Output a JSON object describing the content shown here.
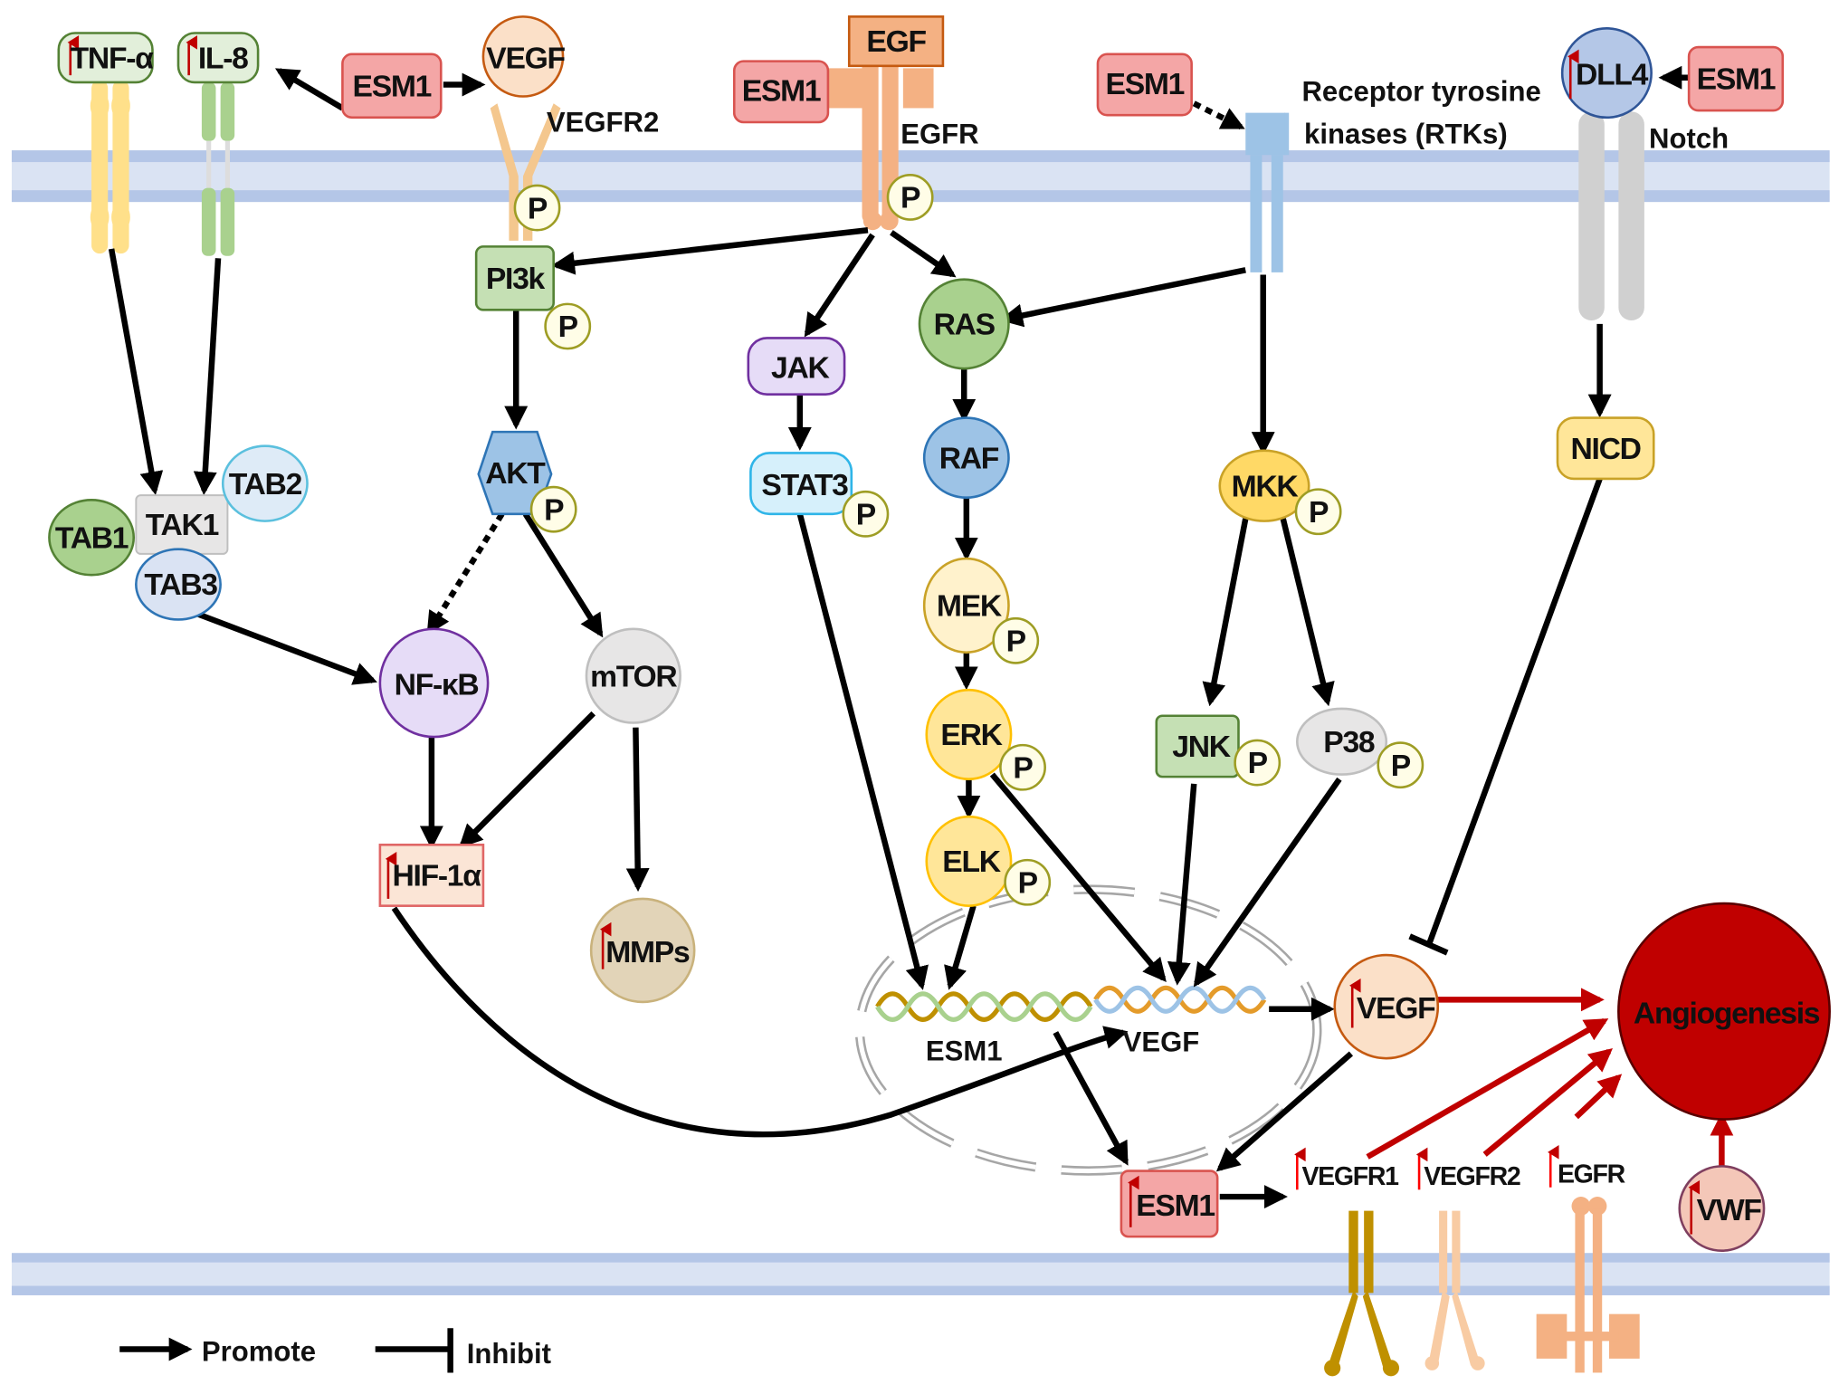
{
  "title": "ESM1 signaling pathways in angiogenesis",
  "colors": {
    "membrane_outer": "#b4c6e7",
    "membrane_inner": "#dae3f3",
    "esm1_fill": "#f4a6a6",
    "esm1_stroke": "#d9534f",
    "angiogenesis_fill": "#c00000",
    "promote_red": "#c00000",
    "up_arrow": "#c00000",
    "phospho_fill": "#fffde7",
    "phospho_stroke": "#9e9d24"
  },
  "nodes": {
    "tnf": {
      "label": "TNF-α",
      "upregulated": true
    },
    "il8": {
      "label": "IL-8",
      "upregulated": true
    },
    "esm1_top_left": {
      "label": "ESM1"
    },
    "vegf_ligand": {
      "label": "VEGF"
    },
    "vegfr2_label": {
      "label": "VEGFR2"
    },
    "egf": {
      "label": "EGF"
    },
    "esm1_egfr": {
      "label": "ESM1"
    },
    "egfr_label": {
      "label": "EGFR"
    },
    "esm1_rtk": {
      "label": "ESM1"
    },
    "rtk_label": {
      "line1": "Receptor tyrosine",
      "line2": "kinases  (RTKs)"
    },
    "dll4": {
      "label": "DLL4",
      "upregulated": true
    },
    "esm1_dll4": {
      "label": "ESM1"
    },
    "notch_label": {
      "label": "Notch"
    },
    "pi3k": {
      "label": "PI3k"
    },
    "akt": {
      "label": "AKT"
    },
    "tak1": {
      "label": "TAK1"
    },
    "tab1": {
      "label": "TAB1"
    },
    "tab2": {
      "label": "TAB2"
    },
    "tab3": {
      "label": "TAB3"
    },
    "nfkb": {
      "label": "NF-κB"
    },
    "mtor": {
      "label": "mTOR"
    },
    "hif1a": {
      "label": "HIF-1α",
      "upregulated": true
    },
    "mmps": {
      "label": "MMPs",
      "upregulated": true
    },
    "jak": {
      "label": "JAK"
    },
    "stat3": {
      "label": "STAT3"
    },
    "ras": {
      "label": "RAS"
    },
    "raf": {
      "label": "RAF"
    },
    "mek": {
      "label": "MEK"
    },
    "erk": {
      "label": "ERK"
    },
    "elk": {
      "label": "ELK"
    },
    "mkk": {
      "label": "MKK"
    },
    "jnk": {
      "label": "JNK"
    },
    "p38": {
      "label": "P38"
    },
    "nicd": {
      "label": "NICD"
    },
    "gene_esm1": {
      "label": "ESM1"
    },
    "gene_vegf": {
      "label": "VEGF"
    },
    "vegf_out": {
      "label": "VEGF",
      "upregulated": true
    },
    "esm1_out": {
      "label": "ESM1",
      "upregulated": true
    },
    "vegfr1_out": {
      "label": "VEGFR1",
      "upregulated": true
    },
    "vegfr2_out": {
      "label": "VEGFR2",
      "upregulated": true
    },
    "egfr_out": {
      "label": "EGFR",
      "upregulated": true
    },
    "vwf": {
      "label": "VWF",
      "upregulated": true
    },
    "angiogenesis": {
      "label": "Angiogenesis"
    }
  },
  "phospho_label": "P",
  "legend": {
    "promote": "Promote",
    "inhibit": "Inhibit"
  },
  "edges": [
    {
      "from": "esm1_top_left",
      "to": "il8",
      "type": "promote"
    },
    {
      "from": "esm1_top_left",
      "to": "vegf_ligand",
      "type": "promote"
    },
    {
      "from": "esm1_rtk",
      "to": "rtk",
      "type": "promote-dotted"
    },
    {
      "from": "esm1_dll4",
      "to": "dll4",
      "type": "promote"
    },
    {
      "from": "tnf",
      "to": "tak1",
      "type": "promote"
    },
    {
      "from": "il8",
      "to": "tak1",
      "type": "promote"
    },
    {
      "from": "egfr",
      "to": "pi3k",
      "type": "promote"
    },
    {
      "from": "egfr",
      "to": "jak",
      "type": "promote"
    },
    {
      "from": "egfr",
      "to": "ras",
      "type": "promote"
    },
    {
      "from": "rtk",
      "to": "ras",
      "type": "promote"
    },
    {
      "from": "rtk",
      "to": "mkk",
      "type": "promote"
    },
    {
      "from": "pi3k",
      "to": "akt",
      "type": "promote"
    },
    {
      "from": "akt",
      "to": "nfkb",
      "type": "promote-dotted"
    },
    {
      "from": "akt",
      "to": "mtor",
      "type": "promote"
    },
    {
      "from": "tab3",
      "to": "nfkb",
      "type": "promote"
    },
    {
      "from": "nfkb",
      "to": "hif1a",
      "type": "promote"
    },
    {
      "from": "mtor",
      "to": "hif1a",
      "type": "promote"
    },
    {
      "from": "mtor",
      "to": "mmps",
      "type": "promote"
    },
    {
      "from": "jak",
      "to": "stat3",
      "type": "promote"
    },
    {
      "from": "stat3",
      "to": "gene_esm1",
      "type": "promote"
    },
    {
      "from": "ras",
      "to": "raf",
      "type": "promote"
    },
    {
      "from": "raf",
      "to": "mek",
      "type": "promote"
    },
    {
      "from": "mek",
      "to": "erk",
      "type": "promote"
    },
    {
      "from": "erk",
      "to": "elk",
      "type": "promote"
    },
    {
      "from": "elk",
      "to": "gene_esm1",
      "type": "promote"
    },
    {
      "from": "erk",
      "to": "gene_vegf",
      "type": "promote"
    },
    {
      "from": "mkk",
      "to": "jnk",
      "type": "promote"
    },
    {
      "from": "mkk",
      "to": "p38",
      "type": "promote"
    },
    {
      "from": "jnk",
      "to": "gene_vegf",
      "type": "promote"
    },
    {
      "from": "p38",
      "to": "gene_vegf",
      "type": "promote"
    },
    {
      "from": "notch",
      "to": "nicd",
      "type": "promote"
    },
    {
      "from": "nicd",
      "to": "vegf_out",
      "type": "inhibit"
    },
    {
      "from": "hif1a",
      "to": "gene_vegf",
      "type": "promote"
    },
    {
      "from": "gene_vegf",
      "to": "vegf_out",
      "type": "promote"
    },
    {
      "from": "gene_esm1",
      "to": "esm1_out",
      "type": "promote"
    },
    {
      "from": "vegf_out",
      "to": "esm1_out",
      "type": "promote"
    },
    {
      "from": "esm1_out",
      "to": "vegfr1_out",
      "type": "promote"
    },
    {
      "from": "vegf_out",
      "to": "angiogenesis",
      "type": "promote-red"
    },
    {
      "from": "vegfr1_out",
      "to": "angiogenesis",
      "type": "promote-red"
    },
    {
      "from": "vegfr2_out",
      "to": "angiogenesis",
      "type": "promote-red"
    },
    {
      "from": "egfr_out",
      "to": "angiogenesis",
      "type": "promote-red"
    },
    {
      "from": "vwf",
      "to": "angiogenesis",
      "type": "promote-red"
    }
  ]
}
